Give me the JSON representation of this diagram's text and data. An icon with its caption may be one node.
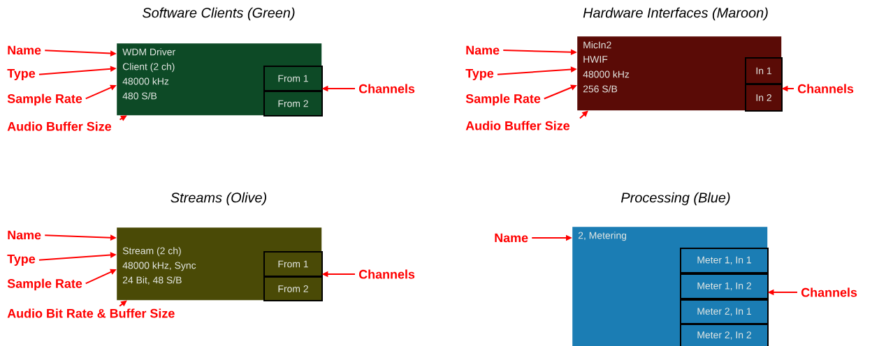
{
  "diagram": {
    "nodes": [
      {
        "text": [
          "WDM Driver",
          "Client (2 ch)",
          "48000 kHz",
          "480 S/B"
        ]
      },
      {
        "text": [
          "From 1"
        ],
        "in": 0
      },
      {
        "text": [
          "From 2"
        ],
        "in": 0
      },
      {
        "text": [
          "Name"
        ]
      },
      {
        "text": [
          "Type"
        ]
      },
      {
        "text": [
          "Sample Rate"
        ]
      },
      {
        "text": [
          "Audio Buffer Size"
        ]
      },
      {
        "text": [
          "Channels"
        ]
      },
      {
        "text": [
          "MicIn2",
          "HWIF",
          "48000 kHz",
          "256 S/B"
        ]
      },
      {
        "text": [
          "In 1"
        ],
        "in": 8
      },
      {
        "text": [
          "In 2"
        ],
        "in": 8
      },
      {
        "text": [
          "Name"
        ]
      },
      {
        "text": [
          "Type"
        ]
      },
      {
        "text": [
          "Sample Rate"
        ]
      },
      {
        "text": [
          "Audio Buffer Size"
        ]
      },
      {
        "text": [
          "Channels"
        ]
      },
      {
        "text": [
          "Stream (2 ch)",
          "48000 kHz, Sync",
          "24 Bit, 48 S/B"
        ]
      },
      {
        "text": [
          "From 1"
        ],
        "in": 16
      },
      {
        "text": [
          "From 2"
        ],
        "in": 16
      },
      {
        "text": [
          "Name"
        ]
      },
      {
        "text": [
          "Type"
        ]
      },
      {
        "text": [
          "Sample Rate"
        ]
      },
      {
        "text": [
          "Audio Bit Rate & Buffer Size"
        ]
      },
      {
        "text": [
          "Channels"
        ]
      },
      {
        "text": [
          "2, Metering"
        ]
      },
      {
        "text": [
          "Meter 1, In 1"
        ],
        "in": 24
      },
      {
        "text": [
          "Meter 1, In 2"
        ],
        "in": 24
      },
      {
        "text": [
          "Meter 2, In 1"
        ],
        "in": 24
      },
      {
        "text": [
          "Meter 2, In 2"
        ],
        "in": 24
      },
      {
        "text": [
          "Name"
        ]
      },
      {
        "text": [
          "Channels"
        ]
      }
    ],
    "edges": [
      {
        "from": 3,
        "to": 0,
        "arrow": "to"
      },
      {
        "from": 4,
        "to": 0,
        "arrow": "to"
      },
      {
        "from": 5,
        "to": 0,
        "arrow": "to"
      },
      {
        "from": 6,
        "to": 0,
        "arrow": "to"
      },
      {
        "from": 7,
        "to": 0,
        "arrow": "to"
      },
      {
        "from": 11,
        "to": 8,
        "arrow": "to"
      },
      {
        "from": 12,
        "to": 8,
        "arrow": "to"
      },
      {
        "from": 13,
        "to": 8,
        "arrow": "to"
      },
      {
        "from": 14,
        "to": 8,
        "arrow": "to"
      },
      {
        "from": 15,
        "to": 8,
        "arrow": "to"
      },
      {
        "from": 19,
        "to": 16,
        "arrow": "to"
      },
      {
        "from": 20,
        "to": 16,
        "arrow": "to"
      },
      {
        "from": 21,
        "to": 16,
        "arrow": "to"
      },
      {
        "from": 22,
        "to": 16,
        "arrow": "to"
      },
      {
        "from": 23,
        "to": 16,
        "arrow": "to"
      },
      {
        "from": 29,
        "to": 24,
        "arrow": "to"
      },
      {
        "from": 30,
        "to": 24,
        "arrow": "to"
      }
    ],
    "labels": [
      "Software Clients (Green)",
      "Hardware Interfaces (Maroon)",
      "Streams (Olive)",
      "Processing (Blue)"
    ]
  }
}
